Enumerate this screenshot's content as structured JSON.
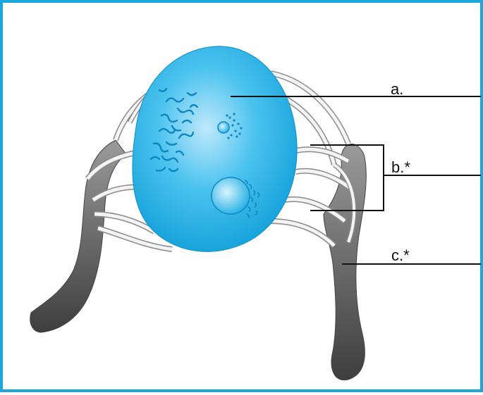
{
  "colors": {
    "frame_border": "#1ba7dc",
    "cell_fill": "#1fb0ea",
    "vessel_stroke": "#8a8a8a",
    "vessel_dark": "#5a5a5a",
    "leader_line": "#111111"
  },
  "labels": {
    "a": "a.",
    "b": "b.*",
    "c": "c.*"
  },
  "icons": {
    "nucleus": "cell-nucleus",
    "oocyte": "oocyte-cell",
    "vessels": "branching-vessels"
  }
}
